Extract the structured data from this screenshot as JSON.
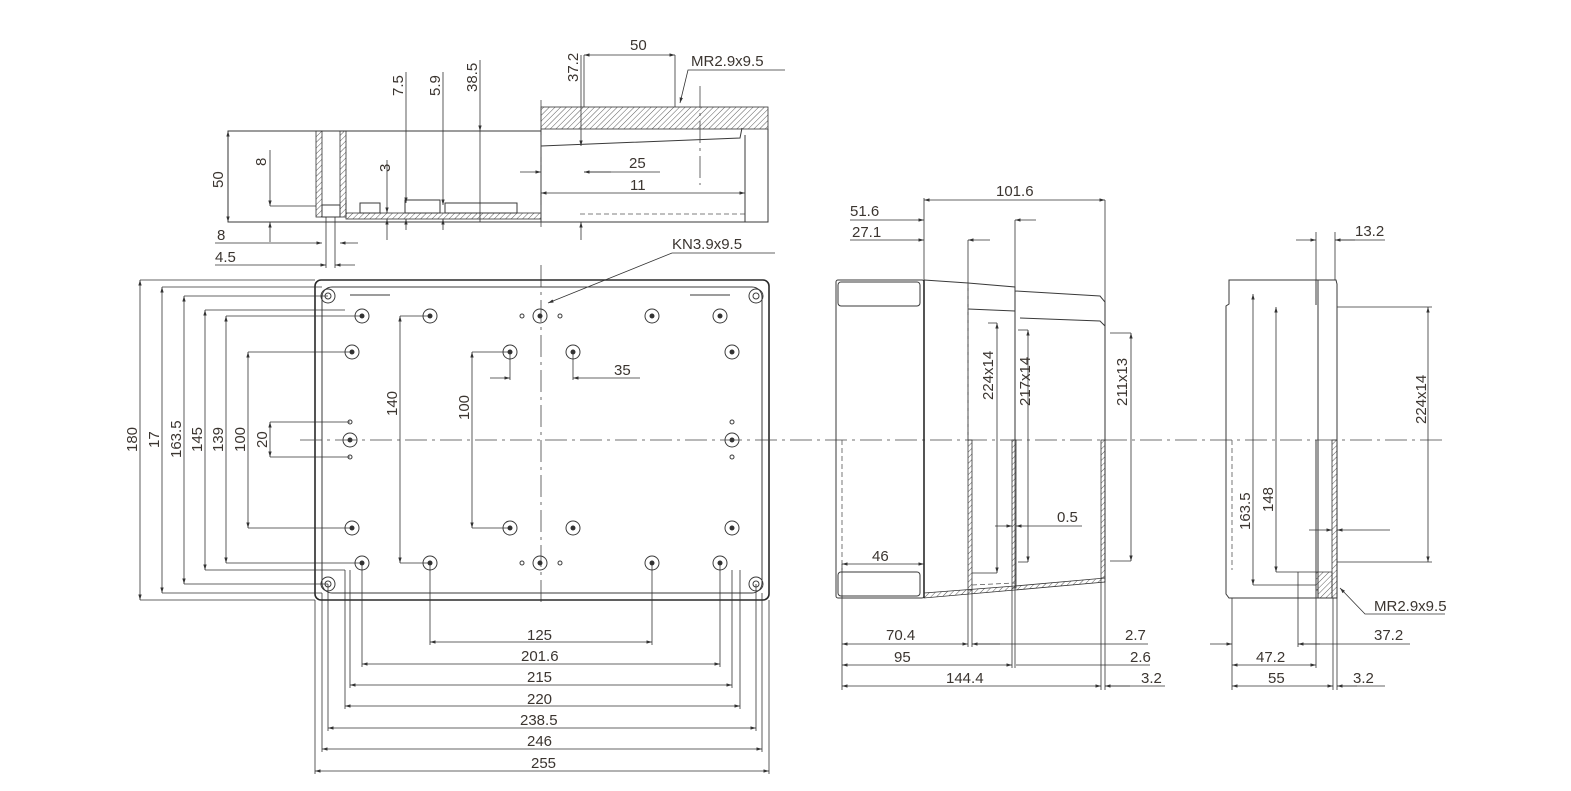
{
  "top_section": {
    "width_50": "50",
    "screw_label_mr": "MR2.9x9.5",
    "d_37_2": "37.2",
    "d_7_5": "7.5",
    "d_5_9": "5.9",
    "d_38_5": "38.5",
    "height_50": "50",
    "d_8_v": "8",
    "d_3": "3",
    "d_25": "25",
    "d_11": "11",
    "d_8_h": "8",
    "d_4_5": "4.5"
  },
  "plan_view": {
    "screw_label_kn": "KN3.9x9.5",
    "v_180": "180",
    "v_17": "17",
    "v_163_5": "163.5",
    "v_145": "145",
    "v_139": "139",
    "v_100": "100",
    "v_20": "20",
    "v_140": "140",
    "v_100_inner": "100",
    "h_35": "35",
    "h_125": "125",
    "h_201_6": "201.6",
    "h_215": "215",
    "h_220": "220",
    "h_238_5": "238.5",
    "h_246": "246",
    "h_255": "255"
  },
  "side_view": {
    "d_101_6": "101.6",
    "d_51_6": "51.6",
    "d_27_1": "27.1",
    "seal_224x14": "224x14",
    "seal_217x14": "217x14",
    "seal_211x13": "211x13",
    "d_0_5": "0.5",
    "d_46": "46",
    "d_70_4": "70.4",
    "d_95": "95",
    "d_144_4": "144.4",
    "d_2_7": "2.7",
    "d_2_6": "2.6",
    "d_3_2": "3.2"
  },
  "end_view": {
    "d_13_2": "13.2",
    "seal_224x14": "224x14",
    "d_163_5": "163.5",
    "d_148": "148",
    "screw_label_mr": "MR2.9x9.5",
    "d_37_2": "37.2",
    "d_47_2": "47.2",
    "d_55": "55",
    "d_3_2": "3.2"
  }
}
